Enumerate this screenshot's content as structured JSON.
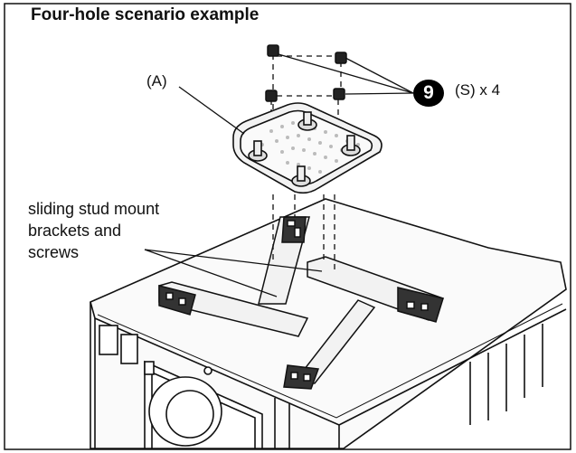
{
  "title": "Four-hole scenario example",
  "callouts": {
    "part_a": "(A)",
    "step_number": "9",
    "screws": "(S) x 4",
    "brackets_lines": [
      "sliding stud mount",
      "brackets and",
      "screws"
    ]
  },
  "colors": {
    "line": "#111111",
    "fill_light": "#f2f2f2",
    "fill_dark": "#222222",
    "badge": "#000000"
  }
}
